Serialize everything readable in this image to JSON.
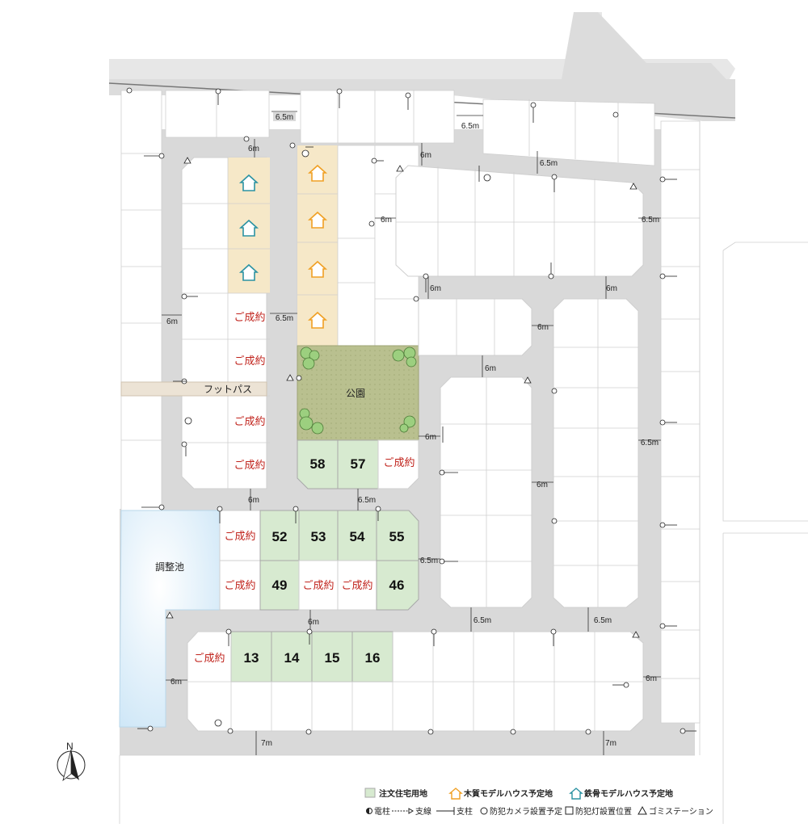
{
  "lots_available": [
    "58",
    "57",
    "52",
    "53",
    "54",
    "55",
    "49",
    "46",
    "13",
    "14",
    "15",
    "16"
  ],
  "sold_label": "ご成約",
  "park_label": "公園",
  "pond_label": "調整池",
  "footpath_label": "フットパス",
  "compass_label": "N",
  "road_widths": {
    "w65": "6.5m",
    "w6": "6m",
    "w7": "7m"
  },
  "legend": {
    "custom_home_lot": "注文住宅用地",
    "wood_model_house": "木質モデルハウス予定地",
    "steel_model_house": "鉄骨モデルハウス予定地",
    "utility_pole": "電柱",
    "guy_wire": "支線",
    "support_pole": "支柱",
    "security_camera": "防犯カメラ設置予定",
    "street_light": "防犯灯設置位置",
    "garbage_station": "ゴミステーション"
  },
  "colors": {
    "road": "#dcdcdc",
    "available_lot": "#d7ead0",
    "wood_model": "#f6e8c8",
    "wood_icon": "#f0a024",
    "steel_icon": "#2c93a3",
    "park": "#b8bf8e",
    "pond": "#d6ebf8",
    "sold_text": "#c0221b"
  }
}
